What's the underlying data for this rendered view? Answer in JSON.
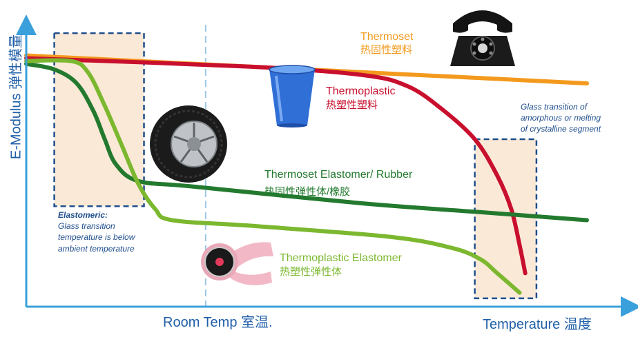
{
  "colors": {
    "axis": "#3aa0dc",
    "axis_text": "#1f5fa8",
    "thermoset": "#f39a1e",
    "thermoplastic": "#c8102e",
    "rubber": "#237a2e",
    "tpe": "#7cb82f",
    "box_fill": "#fbe9d7",
    "box_border": "#1f4e8c",
    "note_text": "#1f4e8c"
  },
  "axes": {
    "y_title": "E-Modulus 弹性模量",
    "x_title": "Temperature 温度",
    "room_temp_label": "Room Temp 室温."
  },
  "labels": {
    "thermoset_en": "Thermoset",
    "thermoset_zh": "热固性塑料",
    "thermoplastic_en": "Thermoplastic",
    "thermoplastic_zh": "热塑性塑料",
    "rubber_en": "Thermoset Elastomer/ Rubber",
    "rubber_zh": "热固性弹性体/橡胶",
    "tpe_en": "Thermoplastic Elastomer",
    "tpe_zh": "热塑性弹性体"
  },
  "notes": {
    "elastomeric_title": "Elastomeric:",
    "elastomeric_line1": "Glass  transition",
    "elastomeric_line2": "temperature is below",
    "elastomeric_line3": "ambient temperature",
    "glass_line1": "Glass  transition of",
    "glass_line2": "amorphous or melting",
    "glass_line3": "of crystalline segment"
  },
  "icons": [
    "telephone-icon",
    "plastic-cup-icon",
    "tire-icon",
    "smartwatch-icon"
  ],
  "chart_data": {
    "type": "line",
    "title": "",
    "xlabel": "Temperature 温度",
    "ylabel": "E-Modulus 弹性模量",
    "xlim": [
      0,
      100
    ],
    "ylim": [
      0,
      100
    ],
    "x_marker": {
      "label": "Room Temp 室温.",
      "x": 32
    },
    "series": [
      {
        "name": "Thermoset",
        "color": "#f39a1e",
        "width": 6,
        "points": [
          [
            0,
            90
          ],
          [
            100,
            80
          ]
        ]
      },
      {
        "name": "Thermoplastic",
        "color": "#c8102e",
        "width": 6,
        "points": [
          [
            0,
            89
          ],
          [
            40,
            86
          ],
          [
            60,
            83
          ],
          [
            68,
            79
          ],
          [
            74,
            71
          ],
          [
            80,
            60
          ],
          [
            84,
            47
          ],
          [
            86.5,
            35
          ],
          [
            88,
            22
          ],
          [
            89,
            12
          ]
        ]
      },
      {
        "name": "Thermoset Elastomer/ Rubber",
        "color": "#237a2e",
        "width": 6,
        "points": [
          [
            0,
            87
          ],
          [
            5,
            85
          ],
          [
            9,
            80
          ],
          [
            12,
            70
          ],
          [
            14,
            60
          ],
          [
            16,
            51
          ],
          [
            20,
            45
          ],
          [
            30,
            43
          ],
          [
            60,
            37
          ],
          [
            80,
            34
          ],
          [
            100,
            31
          ]
        ]
      },
      {
        "name": "Thermoplastic Elastomer",
        "color": "#7cb82f",
        "width": 6,
        "points": [
          [
            0,
            88
          ],
          [
            8,
            88
          ],
          [
            11,
            84
          ],
          [
            14,
            72
          ],
          [
            17,
            58
          ],
          [
            20,
            44
          ],
          [
            23,
            35
          ],
          [
            26,
            31
          ],
          [
            40,
            29
          ],
          [
            65,
            25
          ],
          [
            76,
            21
          ],
          [
            81,
            17
          ],
          [
            84,
            12
          ],
          [
            88,
            5
          ]
        ]
      }
    ],
    "highlight_regions": [
      {
        "name": "Elastomeric",
        "x": [
          5,
          21
        ],
        "y": [
          36,
          98
        ]
      },
      {
        "name": "Glass transition",
        "x": [
          80,
          91
        ],
        "y": [
          3,
          60
        ]
      }
    ]
  }
}
